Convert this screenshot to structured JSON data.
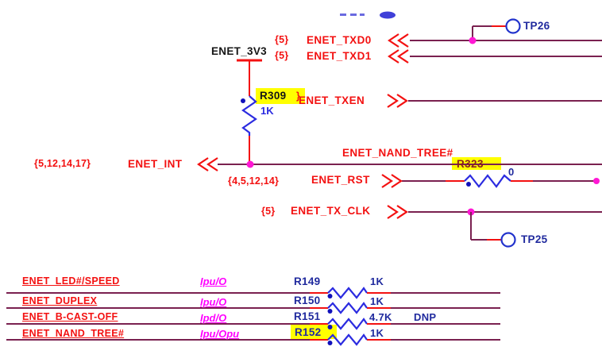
{
  "schematic": {
    "power_net": "ENET_3V3",
    "ports": {
      "txd0": {
        "pages": "{5}",
        "label": "ENET_TXD0"
      },
      "txd1": {
        "pages": "{5}",
        "label": "ENET_TXD1"
      },
      "txen": {
        "label": "ENET_TXEN"
      },
      "int": {
        "pages": "{5,12,14,17}",
        "label": "ENET_INT"
      },
      "nand_tree": {
        "label": "ENET_NAND_TREE#"
      },
      "rst": {
        "pages": "{4,5,12,14}",
        "label": "ENET_RST"
      },
      "txclk": {
        "pages": "{5}",
        "label": "ENET_TX_CLK"
      }
    },
    "resistors": {
      "r309": {
        "ref": "R309",
        "value": "1K",
        "page_ref_fragment": "}"
      },
      "r323": {
        "ref": "R323",
        "value": "0"
      }
    },
    "testpoints": {
      "tp25": "TP25",
      "tp26": "TP26"
    },
    "table": {
      "rows": [
        {
          "signal": "ENET_LED#/SPEED",
          "io": "Ipu/O",
          "ref": "R149",
          "value": "1K",
          "note": ""
        },
        {
          "signal": "ENET_DUPLEX",
          "io": "Ipu/O",
          "ref": "R150",
          "value": "1K",
          "note": ""
        },
        {
          "signal": "ENET_B-CAST-OFF",
          "io": "Ipd/O",
          "ref": "R151",
          "value": "4.7K",
          "note": "DNP"
        },
        {
          "signal": "ENET_NAND_TREE#",
          "io": "Ipu/Opu",
          "ref": "R152",
          "value": "1K",
          "note": ""
        }
      ]
    }
  },
  "colors": {
    "wire": "#7a2150",
    "lead_red": "#f31111",
    "resistor_blue": "#2b2be0",
    "junction_magenta": "#ff17d4",
    "pin_dot_blue": "#1111bb",
    "testpoint_blue": "#2233cc",
    "highlight_yellow": "#ffff00",
    "label_red": "#f31111",
    "refdes_navy": "#202a9e",
    "io_magenta": "#ff00ff"
  }
}
